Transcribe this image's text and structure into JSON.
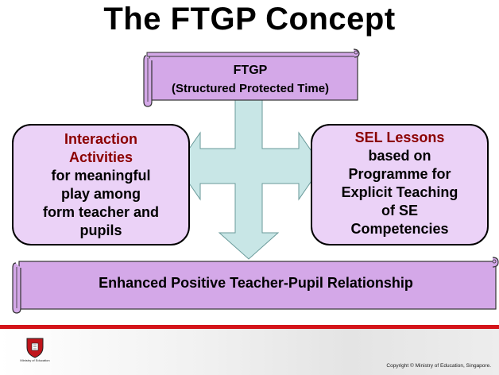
{
  "title": "The FTGP Concept",
  "top_scroll": {
    "title": "FTGP",
    "subtitle": "(Structured Protected Time)"
  },
  "left_box": {
    "highlight_lines": [
      "Interaction",
      "Activities"
    ],
    "lines": [
      "for meaningful",
      "play among",
      "form teacher and",
      "pupils"
    ]
  },
  "right_box": {
    "highlight_lines": [
      "SEL Lessons"
    ],
    "lines": [
      "based on",
      "Programme for",
      "Explicit Teaching",
      "of SE",
      "Competencies"
    ]
  },
  "bottom_banner": {
    "text": "Enhanced Positive Teacher-Pupil Relationship"
  },
  "footer": {
    "crest_caption": "Ministry of Education",
    "copyright": "Copyright © Ministry of Education, Singapore."
  },
  "colors": {
    "scroll_fill": "#d4a8e8",
    "box_fill": "#ebd2f7",
    "arrow_fill": "#c8e6e6",
    "highlight_text": "#8b0000",
    "footer_bar": "#d4141a"
  }
}
